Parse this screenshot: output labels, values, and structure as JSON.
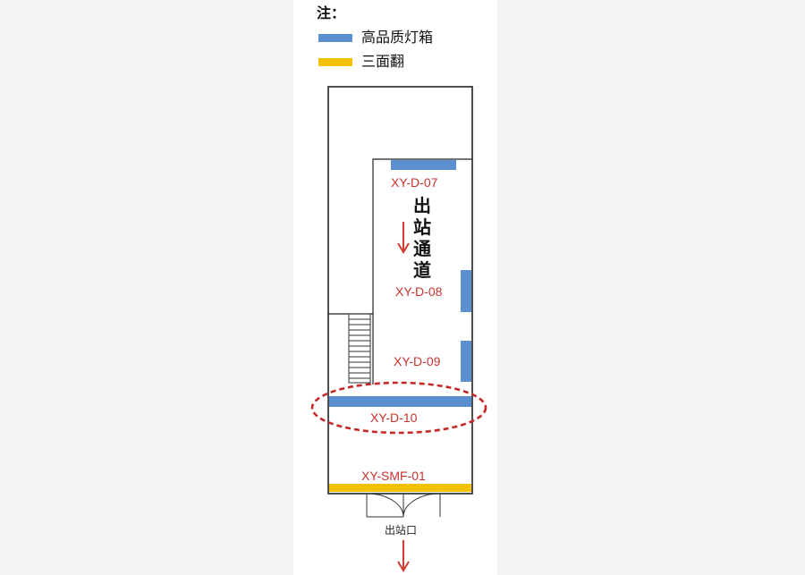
{
  "legend": {
    "title": "注：",
    "items": [
      {
        "label": "高品质灯箱",
        "color": "#5b8fd0"
      },
      {
        "label": "三面翻",
        "color": "#f2c200"
      }
    ]
  },
  "passage": {
    "label": "出站通道"
  },
  "ads": [
    {
      "code": "XY-D-07",
      "type": "高品质灯箱"
    },
    {
      "code": "XY-D-08",
      "type": "高品质灯箱"
    },
    {
      "code": "XY-D-09",
      "type": "高品质灯箱"
    },
    {
      "code": "XY-D-10",
      "type": "高品质灯箱",
      "highlighted": true
    },
    {
      "code": "XY-SMF-01",
      "type": "三面翻"
    }
  ],
  "exit": {
    "label": "出站口"
  },
  "colors": {
    "lightbox": "#5b8fd0",
    "flip_board": "#f2c200",
    "label_red": "#c6332f",
    "highlight": "#c62828"
  }
}
